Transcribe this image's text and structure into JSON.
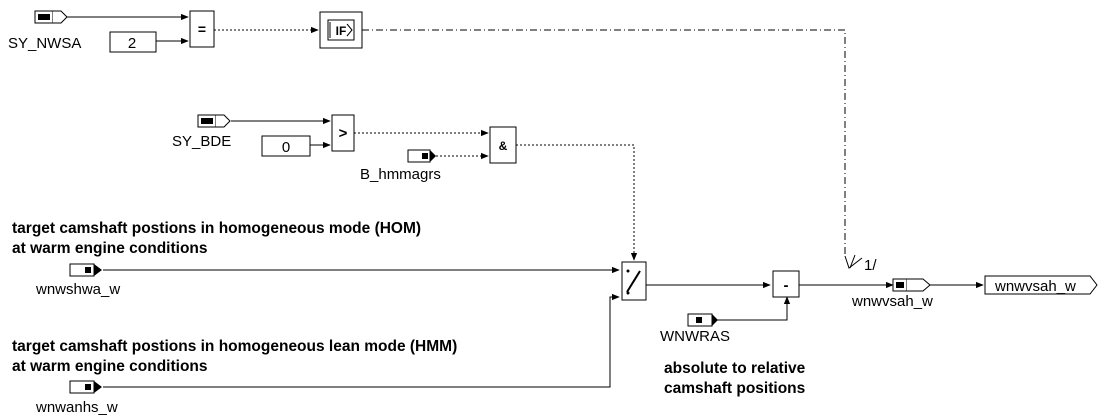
{
  "signals": {
    "sy_nwsa": "SY_NWSA",
    "sy_bde": "SY_BDE",
    "b_hmmagrs": "B_hmmagrs",
    "wnwshwa_w": "wnwshwa_w",
    "wnwanhs_w": "wnwanhs_w",
    "wnwras": "WNWRAS",
    "wnwvsah_w_label": "wnwvsah_w",
    "wnwvsah_w_output": "wnwvsah_w"
  },
  "constants": {
    "const_2": "2",
    "const_0": "0"
  },
  "operators": {
    "equal": "=",
    "if": "IF",
    "greater": ">",
    "and": "&",
    "minus": "-",
    "delay": "1/"
  },
  "comments": {
    "hom_line1": "target camshaft postions in homogeneous mode (HOM)",
    "hom_line2": "at warm engine conditions",
    "hmm_line1": "target camshaft postions in homogeneous lean mode (HMM)",
    "hmm_line2": "at warm engine conditions",
    "abs_line1": "absolute to relative",
    "abs_line2": "camshaft positions"
  },
  "icons": [
    "input-port-icon",
    "parameter-input-icon",
    "output-port-icon",
    "switch-icon",
    "if-block-icon"
  ]
}
